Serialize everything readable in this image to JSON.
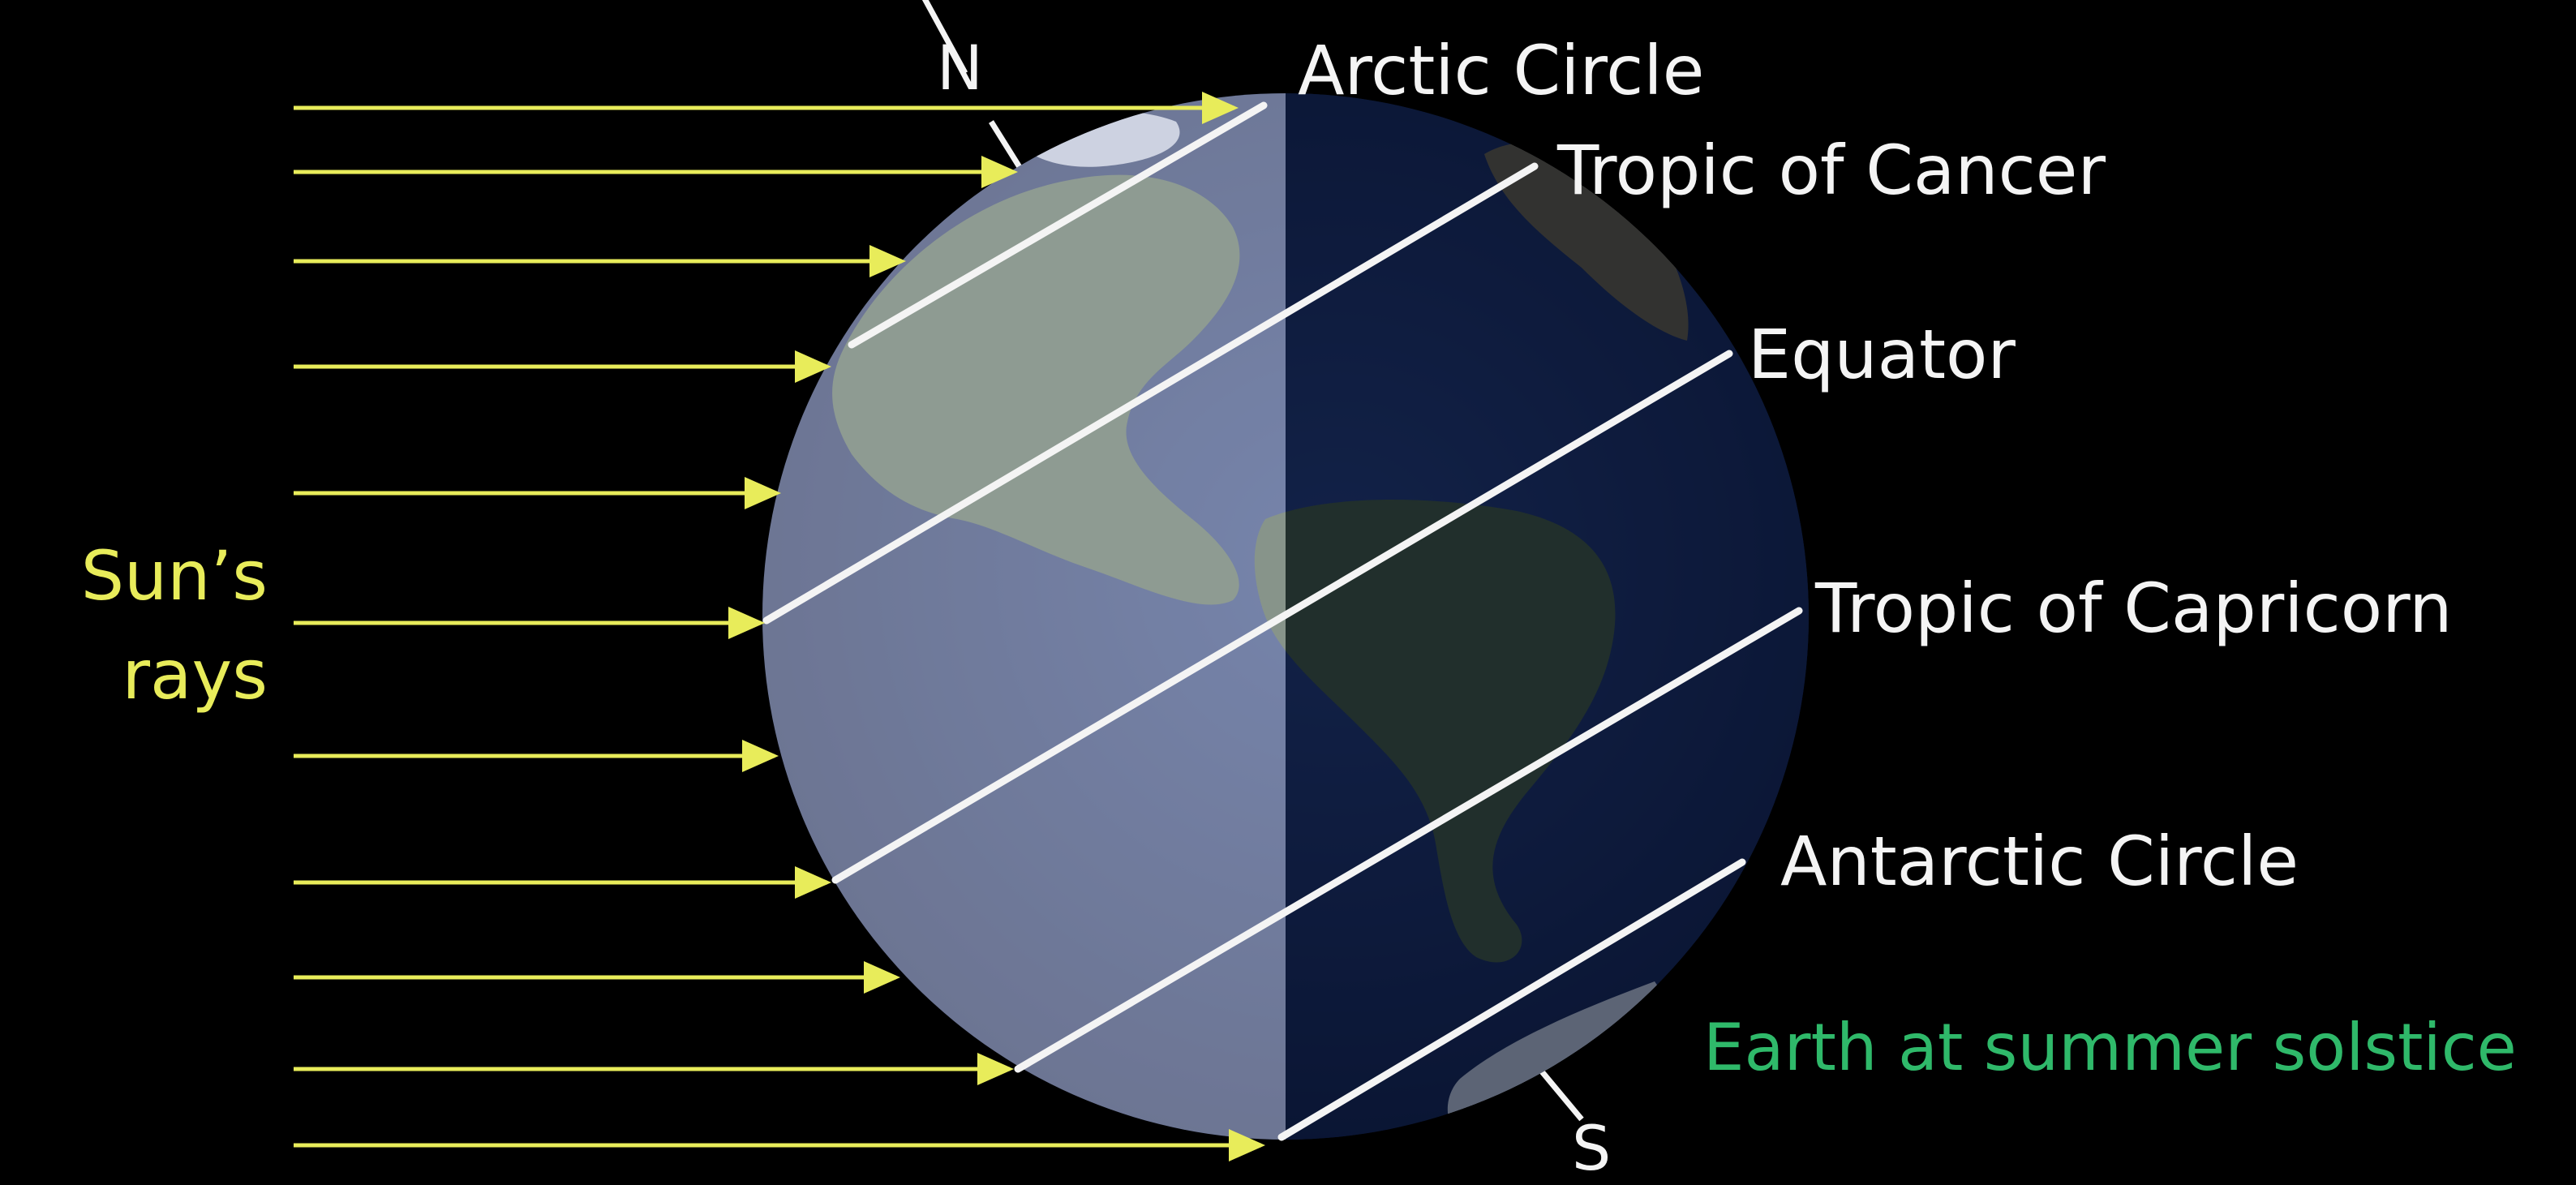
{
  "poles": {
    "north": "N",
    "south": "S"
  },
  "sun_label": {
    "line1": "Sun’s",
    "line2": "rays"
  },
  "latitude_labels": {
    "arctic": "Arctic Circle",
    "cancer": "Tropic of Cancer",
    "equator": "Equator",
    "capricorn": "Tropic of Capricorn",
    "antarctic": "Antarctic Circle"
  },
  "caption": "Earth at summer solstice",
  "colors": {
    "background": "#000000",
    "sun_rays": "#e8ec5a",
    "label_text": "#f4f4f4",
    "caption": "#2fb96a",
    "day_side": "#9a9fb8",
    "night_side": "#0d1530",
    "ocean": "#20305a",
    "land": "#4f6a38"
  }
}
